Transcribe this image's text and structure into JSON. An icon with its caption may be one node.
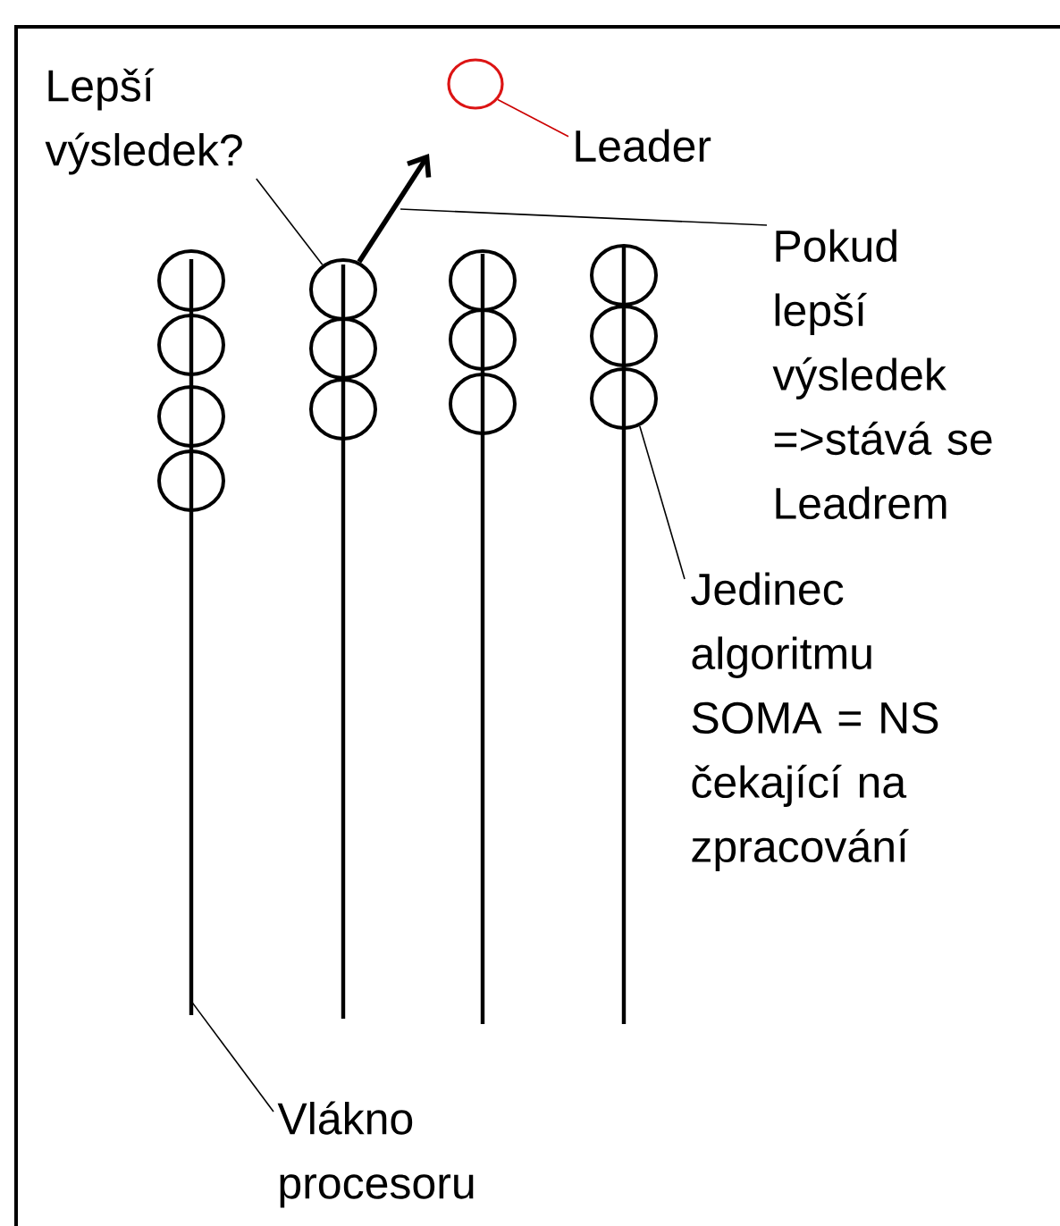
{
  "diagram": {
    "nodes": [
      {
        "text": [
          "Lepší výsledek?"
        ]
      },
      {
        "text": [],
        "shape": "circle"
      },
      {
        "text": [
          "Leader"
        ]
      },
      {
        "text": [
          "Pokud lepší výsledek =>stává se Leadrem"
        ]
      },
      {
        "text": [],
        "shape": "line"
      },
      {
        "text": [],
        "shape": "line"
      },
      {
        "text": [],
        "shape": "line"
      },
      {
        "text": [],
        "shape": "line"
      },
      {
        "text": [],
        "shape": "circle"
      },
      {
        "text": [],
        "shape": "circle"
      },
      {
        "text": [],
        "shape": "circle"
      },
      {
        "text": [],
        "shape": "circle"
      },
      {
        "text": [],
        "shape": "circle"
      },
      {
        "text": [],
        "shape": "circle"
      },
      {
        "text": [],
        "shape": "circle"
      },
      {
        "text": [],
        "shape": "circle"
      },
      {
        "text": [],
        "shape": "circle"
      },
      {
        "text": [],
        "shape": "circle"
      },
      {
        "text": [],
        "shape": "circle"
      },
      {
        "text": [],
        "shape": "circle"
      },
      {
        "text": [],
        "shape": "circle"
      },
      {
        "text": [
          "Jedinec algoritmu SOMA = NS čekající na zpracování"
        ]
      },
      {
        "text": [
          "Vlákno procesoru"
        ]
      }
    ],
    "edges": [
      {
        "from": 0,
        "to": 12,
        "arrow": "none"
      },
      {
        "from": 12,
        "to": null,
        "arrow": "to",
        "style": "thick"
      },
      {
        "from": 2,
        "to": 1,
        "arrow": "none",
        "color": "#cc0000"
      },
      {
        "from": 3,
        "to": null,
        "arrow": "none"
      },
      {
        "from": 21,
        "to": 20,
        "arrow": "none"
      },
      {
        "from": 22,
        "to": 4,
        "arrow": "none"
      }
    ]
  }
}
